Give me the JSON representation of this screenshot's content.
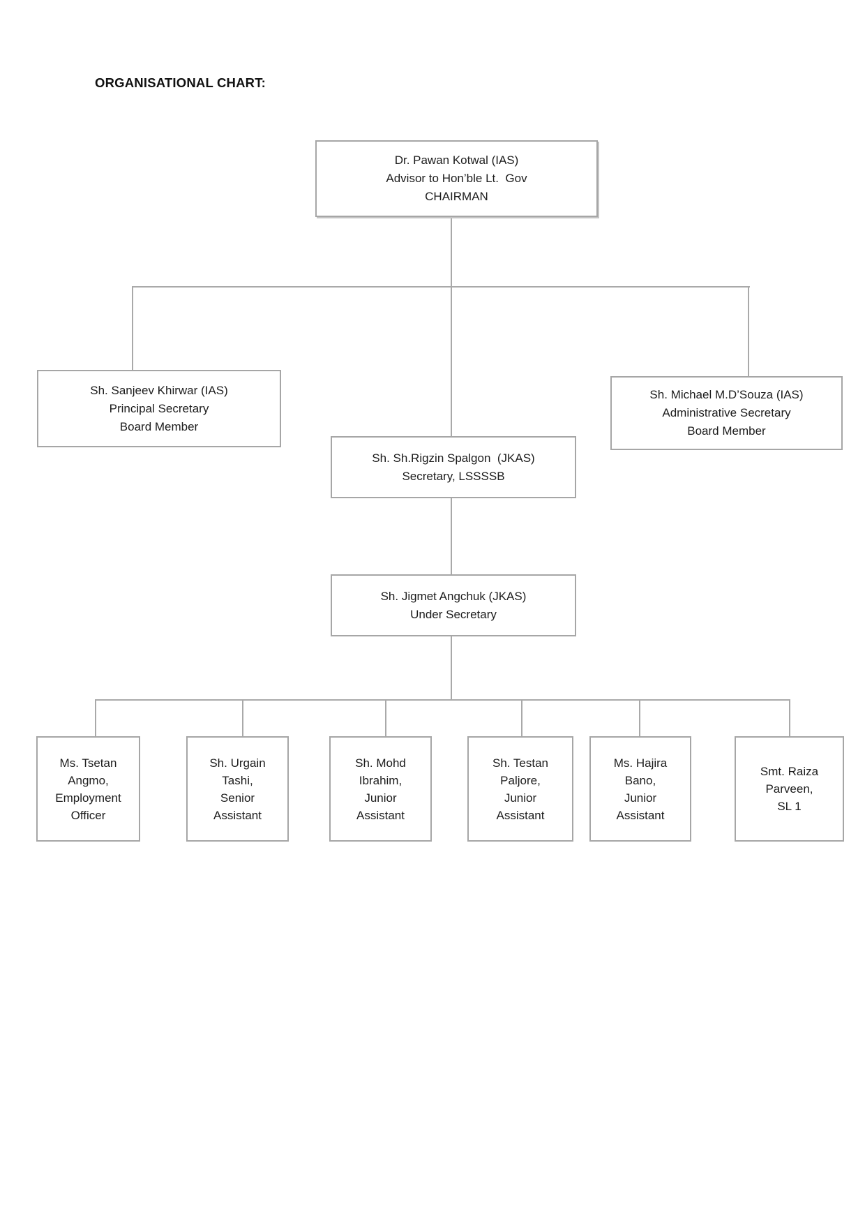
{
  "page": {
    "title": "ORGANISATIONAL CHART:"
  },
  "org": {
    "nodes": {
      "chairman": {
        "text": "Dr. Pawan Kotwal (IAS)\nAdvisor to Hon’ble Lt.  Gov\nCHAIRMAN"
      },
      "principal_secretary": {
        "text": "Sh. Sanjeev Khirwar (IAS)\nPrincipal Secretary\nBoard Member"
      },
      "administrative_secretary": {
        "text": "Sh. Michael M.D’Souza (IAS)\nAdministrative Secretary\nBoard Member"
      },
      "secretary_lssssb": {
        "text": "Sh. Sh.Rigzin Spalgon  (JKAS)\nSecretary, LSSSSB"
      },
      "under_secretary": {
        "text": "Sh. Jigmet Angchuk (JKAS)\nUnder Secretary"
      },
      "employment_officer": {
        "text": "Ms. Tsetan\nAngmo,\nEmployment\nOfficer"
      },
      "senior_assistant": {
        "text": "Sh. Urgain\nTashi,\nSenior\nAssistant"
      },
      "junior_assistant_mohd": {
        "text": "Sh. Mohd\nIbrahim,\nJunior\nAssistant"
      },
      "junior_assistant_testan": {
        "text": "Sh. Testan\nPaljore,\nJunior\nAssistant"
      },
      "junior_assistant_hajira": {
        "text": "Ms. Hajira\nBano,\nJunior\nAssistant"
      },
      "sl1": {
        "text": "Smt. Raiza\nParveen,\nSL 1"
      }
    },
    "edges": [
      {
        "from": "chairman",
        "to": "principal_secretary"
      },
      {
        "from": "chairman",
        "to": "secretary_lssssb"
      },
      {
        "from": "chairman",
        "to": "administrative_secretary"
      },
      {
        "from": "secretary_lssssb",
        "to": "under_secretary"
      },
      {
        "from": "under_secretary",
        "to": "employment_officer"
      },
      {
        "from": "under_secretary",
        "to": "senior_assistant"
      },
      {
        "from": "under_secretary",
        "to": "junior_assistant_mohd"
      },
      {
        "from": "under_secretary",
        "to": "junior_assistant_testan"
      },
      {
        "from": "under_secretary",
        "to": "junior_assistant_hajira"
      },
      {
        "from": "under_secretary",
        "to": "sl1"
      }
    ]
  }
}
